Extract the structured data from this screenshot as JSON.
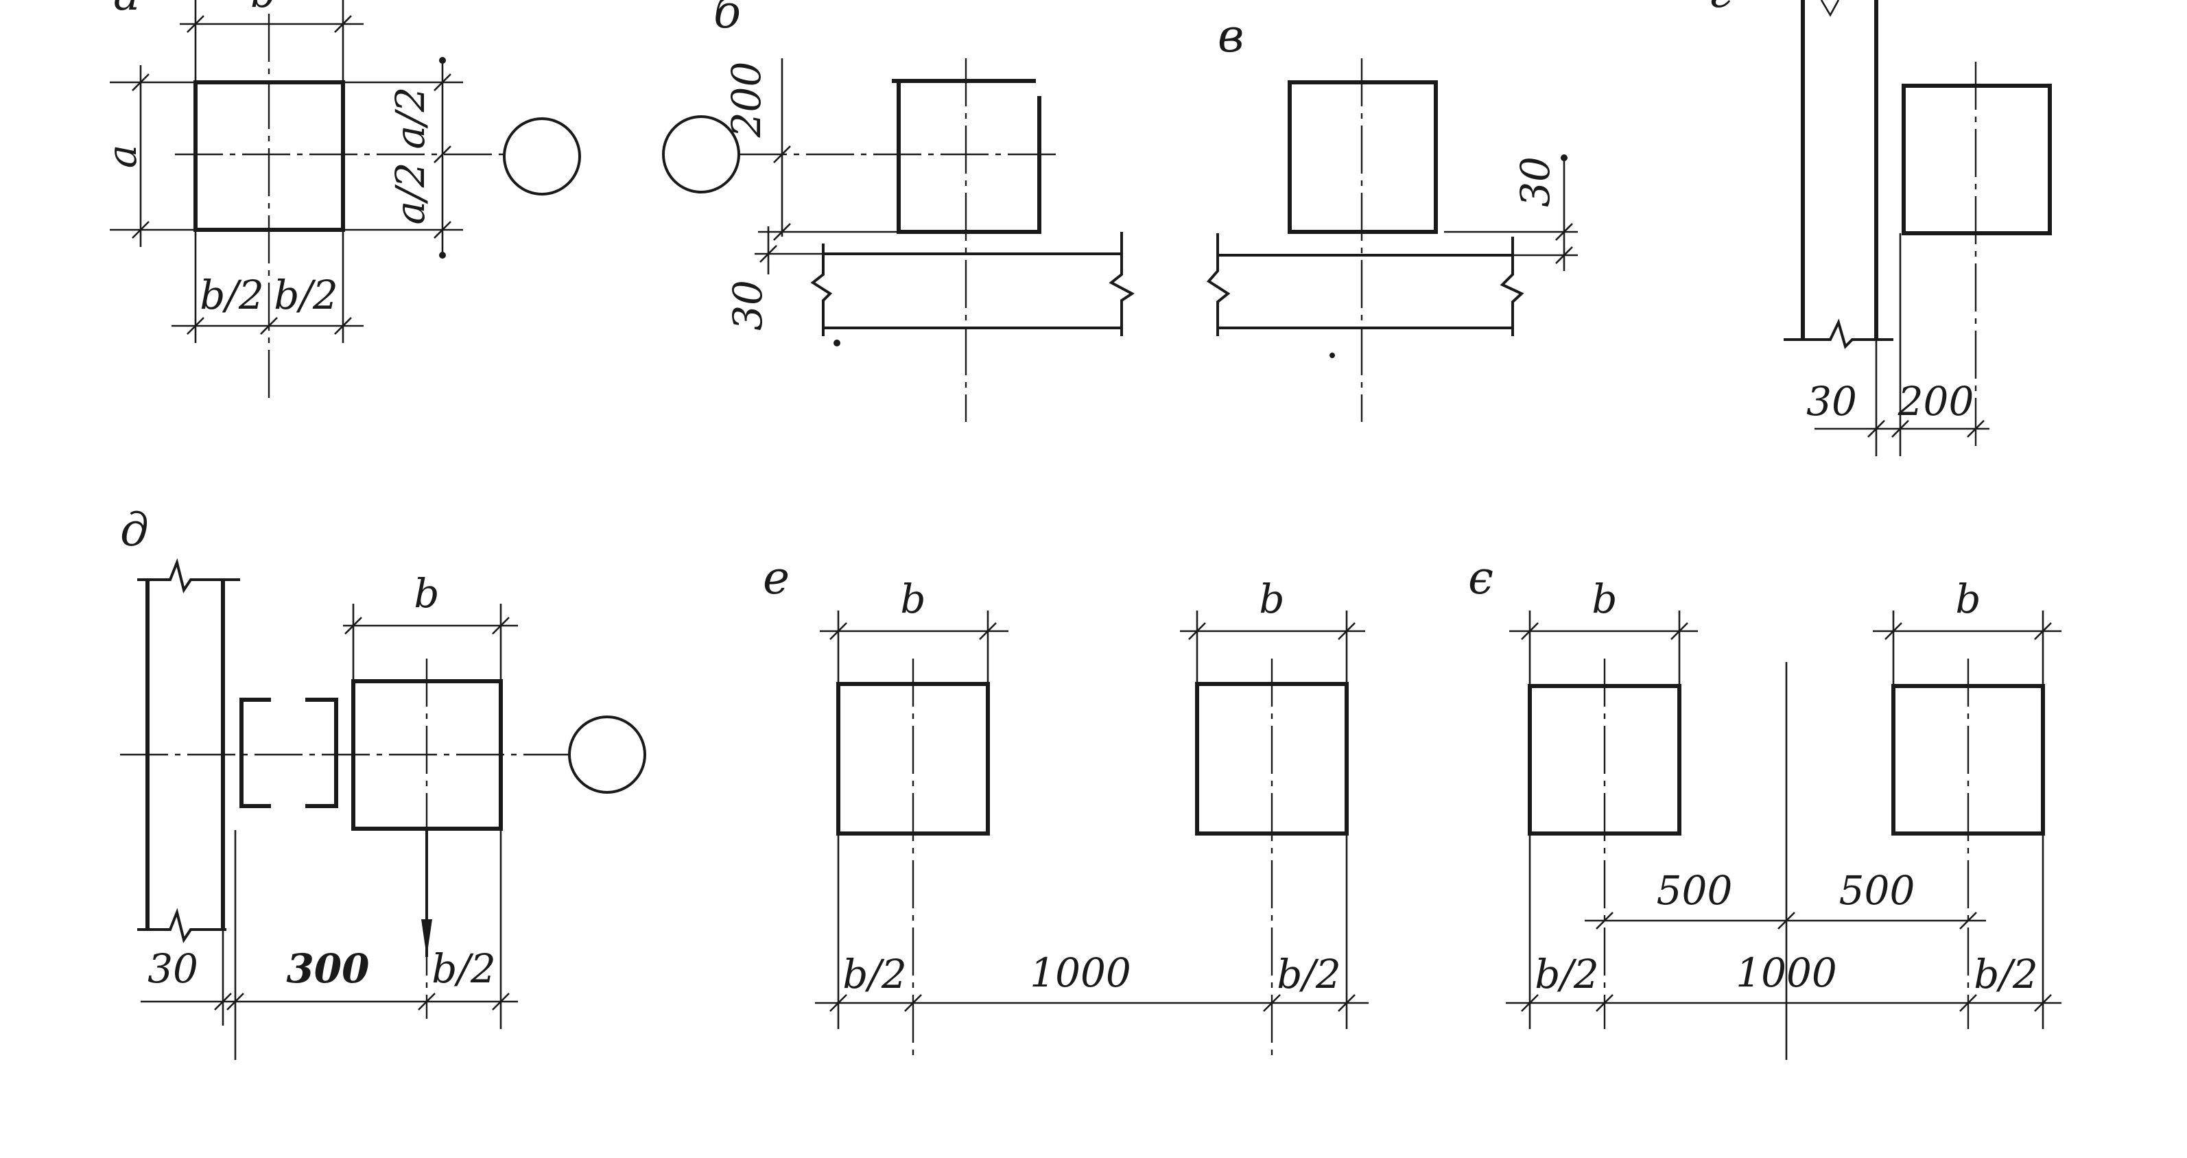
{
  "panels": {
    "a": {
      "letter": "a",
      "dim_top": "b",
      "dim_left": "a",
      "dim_right_top": "a/2",
      "dim_right_bottom": "a/2",
      "dim_bottom_left": "b/2",
      "dim_bottom_right": "b/2"
    },
    "b": {
      "letter": "б",
      "dim_200": "200",
      "dim_30": "30"
    },
    "v": {
      "letter": "в",
      "dim_30": "30"
    },
    "g": {
      "letter": "г",
      "dim_30": "30",
      "dim_200": "200"
    },
    "d": {
      "letter": "д",
      "dim_top": "b",
      "dim_30": "30",
      "dim_300": "300",
      "dim_b2": "b/2"
    },
    "e": {
      "letter": "е",
      "dim_left_top": "b",
      "dim_right_top": "b",
      "dim_left_b2": "b/2",
      "dim_1000": "1000",
      "dim_right_b2": "b/2"
    },
    "yo": {
      "letter": "є",
      "dim_left_top": "b",
      "dim_right_top": "b",
      "dim_500_left": "500",
      "dim_500_right": "500",
      "dim_left_b2": "b/2",
      "dim_1000": "1000",
      "dim_right_b2": "b/2"
    }
  }
}
